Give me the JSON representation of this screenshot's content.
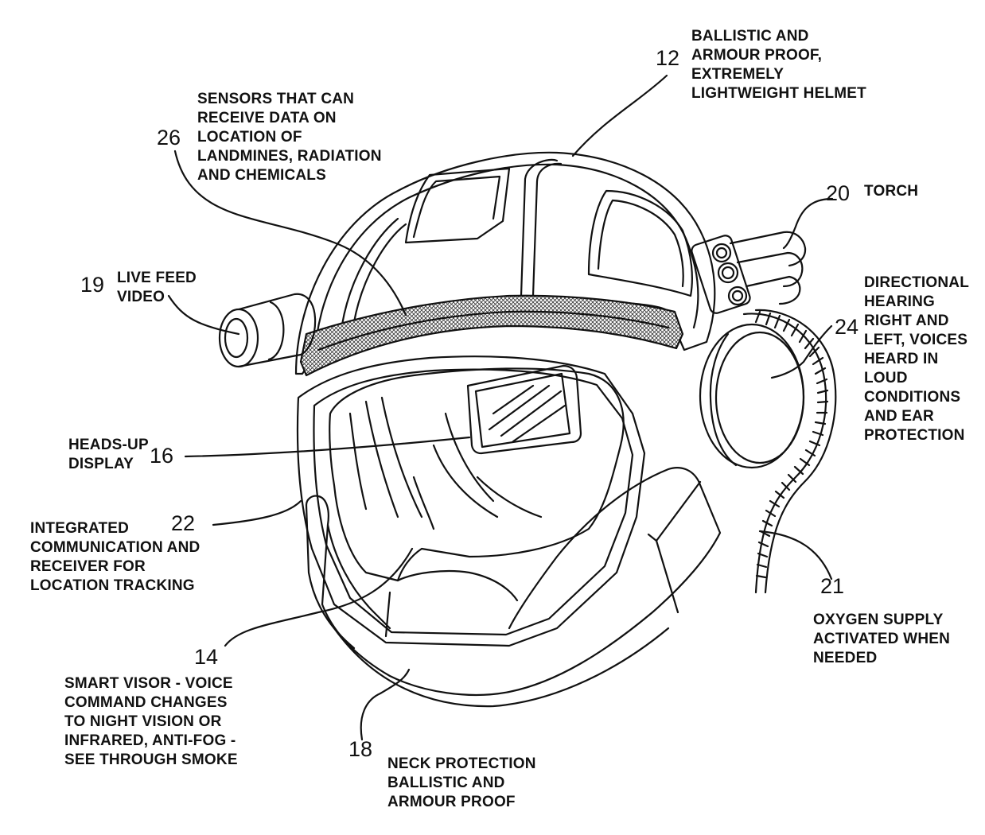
{
  "callouts": [
    {
      "id": "12",
      "number": "12",
      "lines": [
        "BALLISTIC AND",
        "ARMOUR PROOF,",
        "EXTREMELY",
        "LIGHTWEIGHT HELMET"
      ]
    },
    {
      "id": "26",
      "number": "26",
      "lines": [
        "SENSORS THAT CAN",
        "RECEIVE DATA ON",
        "LOCATION OF",
        "LANDMINES, RADIATION",
        "AND CHEMICALS"
      ]
    },
    {
      "id": "20",
      "number": "20",
      "lines": [
        "TORCH"
      ]
    },
    {
      "id": "19",
      "number": "19",
      "lines": [
        "LIVE FEED",
        "VIDEO"
      ]
    },
    {
      "id": "24",
      "number": "24",
      "lines": [
        "DIRECTIONAL",
        "HEARING",
        "RIGHT AND",
        "LEFT, VOICES",
        "HEARD IN",
        "LOUD",
        "CONDITIONS",
        "AND EAR",
        "PROTECTION"
      ]
    },
    {
      "id": "16",
      "number": "16",
      "lines": [
        "HEADS-UP",
        "DISPLAY"
      ]
    },
    {
      "id": "22",
      "number": "22",
      "lines": [
        "INTEGRATED",
        "COMMUNICATION AND",
        "RECEIVER FOR",
        "LOCATION TRACKING"
      ]
    },
    {
      "id": "21",
      "number": "21",
      "lines": [
        "OXYGEN SUPPLY",
        "ACTIVATED WHEN",
        "NEEDED"
      ]
    },
    {
      "id": "14",
      "number": "14",
      "lines": [
        "SMART VISOR - VOICE",
        "COMMAND CHANGES",
        "TO NIGHT VISION OR",
        "INFRARED, ANTI-FOG -",
        "SEE THROUGH SMOKE"
      ]
    },
    {
      "id": "18",
      "number": "18",
      "lines": [
        "NECK PROTECTION",
        "BALLISTIC AND",
        "ARMOUR PROOF"
      ]
    }
  ]
}
